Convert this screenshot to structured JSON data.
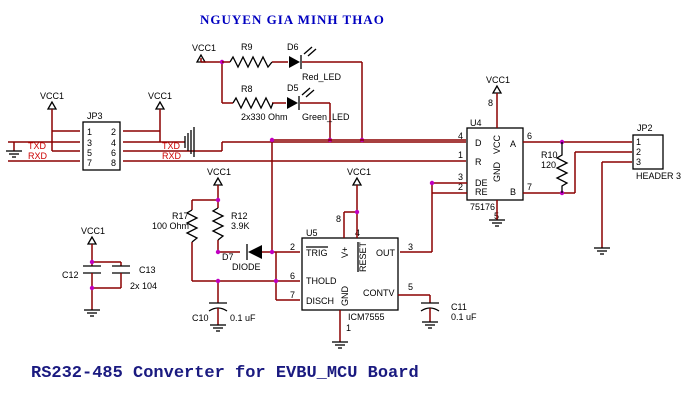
{
  "header": {
    "author": "NGUYEN GIA MINH THAO"
  },
  "footer": {
    "title": "RS232-485 Converter for EVBU_MCU Board"
  },
  "net": {
    "vcc": "VCC1",
    "txd": "TXD",
    "rxd": "RXD"
  },
  "parts": {
    "r9": "R9",
    "r8": "R8",
    "r8_val": "2x330 Ohm",
    "d6": "D6",
    "d6_val": "Red_LED",
    "d5": "D5",
    "d5_val": "Green_LED",
    "jp3": "JP3",
    "u4": "U4",
    "u4_val": "75176",
    "r10": "R10",
    "r10_val": "120",
    "jp2": "JP2",
    "jp2_val": "HEADER 3",
    "r17": "R17",
    "r17_val": "100 Ohm",
    "r12": "R12",
    "r12_val": "3.9K",
    "d7": "D7",
    "d7_val": "DIODE",
    "u5": "U5",
    "u5_val": "ICM7555",
    "c12": "C12",
    "c13": "C13",
    "c12_val": "2x 104",
    "c10": "C10",
    "c10_val": "0.1 uF",
    "c11": "C11",
    "c11_val": "0.1 uF"
  },
  "pins": {
    "jp3": [
      "1",
      "2",
      "3",
      "4",
      "5",
      "6",
      "7",
      "8"
    ],
    "u4": {
      "d": "D",
      "r": "R",
      "de": "DE",
      "re": "RE",
      "vcc": "VCC",
      "gnd": "GND",
      "a": "A",
      "b": "B",
      "n4": "4",
      "n1": "1",
      "n3": "3",
      "n2": "2",
      "n6": "6",
      "n7": "7",
      "n8": "8",
      "n5": "5"
    },
    "jp2": [
      "1",
      "2",
      "3"
    ],
    "u5": {
      "trig": "TRIG",
      "thold": "THOLD",
      "disch": "DISCH",
      "out": "OUT",
      "contv": "CONTV",
      "vplus": "V+",
      "reset": "RESET",
      "gnd": "GND",
      "n2": "2",
      "n6": "6",
      "n7": "7",
      "n3": "3",
      "n5": "5",
      "n8": "8",
      "n4": "4",
      "n1": "1"
    }
  }
}
